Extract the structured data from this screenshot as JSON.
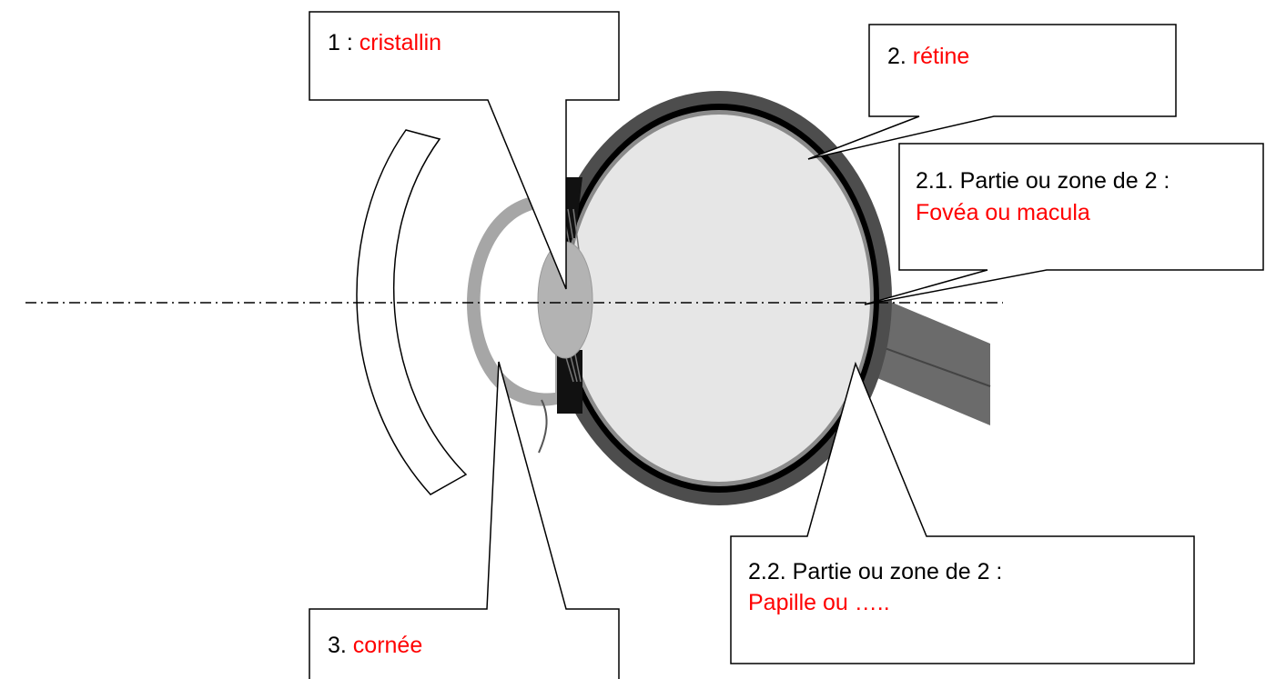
{
  "colors": {
    "answer": "#ff0000",
    "text": "#000000",
    "sclera": "#4d4d4d",
    "choroid": "#000000",
    "vitreous": "#e6e6e6",
    "lens": "#b3b3b3",
    "cornea": "#a6a6a6",
    "aqueous": "#ffffff",
    "nerve": "#6b6b6b"
  },
  "labels": {
    "lens": {
      "prefix": "1 : ",
      "answer": "cristallin"
    },
    "retina": {
      "prefix": "2. ",
      "answer": "rétine"
    },
    "fovea": {
      "line1": "2.1. Partie ou zone de 2 :",
      "answer": "Fovéa ou macula"
    },
    "papilla": {
      "line1": "2.2. Partie ou zone de 2 :",
      "answer": "Papille ou ….."
    },
    "cornea": {
      "prefix": "3. ",
      "answer": "cornée"
    }
  }
}
